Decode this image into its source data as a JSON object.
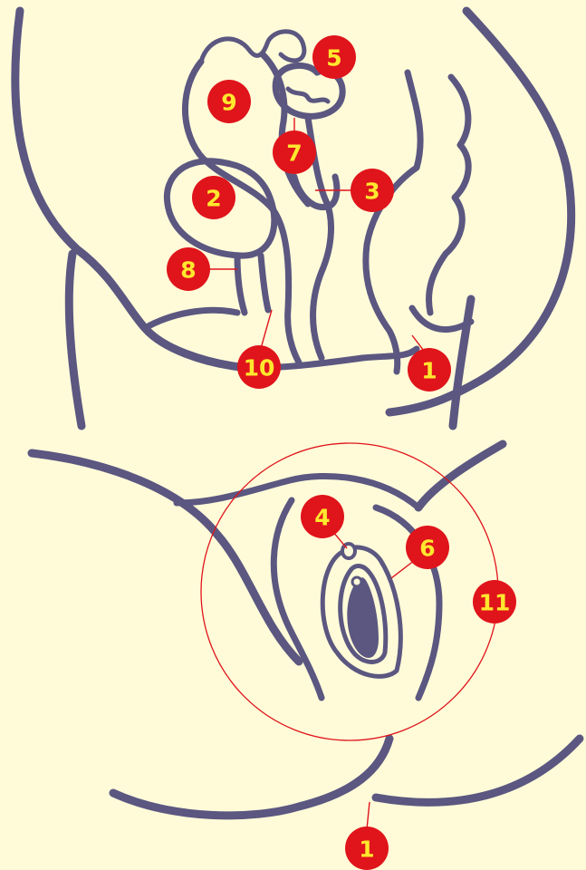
{
  "colors": {
    "background": "#fffbd9",
    "outline": "#5b5780",
    "marker": "#e0141b",
    "marker_text": "#ffe82e"
  },
  "markers": [
    {
      "id": "m1a",
      "label": "1"
    },
    {
      "id": "m2",
      "label": "2"
    },
    {
      "id": "m3",
      "label": "3"
    },
    {
      "id": "m5",
      "label": "5"
    },
    {
      "id": "m7",
      "label": "7"
    },
    {
      "id": "m8",
      "label": "8"
    },
    {
      "id": "m9",
      "label": "9"
    },
    {
      "id": "m10",
      "label": "10"
    },
    {
      "id": "m4",
      "label": "4"
    },
    {
      "id": "m6",
      "label": "6"
    },
    {
      "id": "m11",
      "label": "11"
    },
    {
      "id": "m1b",
      "label": "1"
    }
  ]
}
